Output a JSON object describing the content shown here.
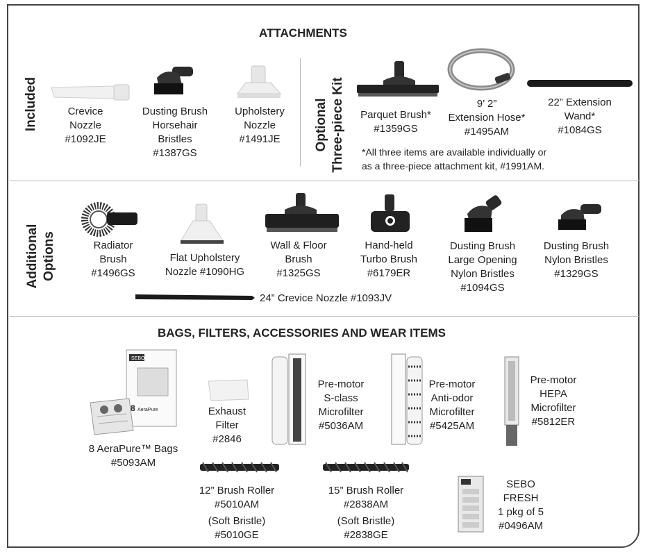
{
  "attachments": {
    "title": "ATTACHMENTS",
    "included_label": "Included",
    "optional_label_1": "Optional",
    "optional_label_2": "Three-piece Kit",
    "crevice": {
      "l1": "Crevice",
      "l2": "Nozzle",
      "l3": "#1092JE"
    },
    "dusting": {
      "l1": "Dusting Brush",
      "l2": "Horsehair",
      "l3": "Bristles",
      "l4": "#1387GS"
    },
    "upholstery": {
      "l1": "Upholstery",
      "l2": "Nozzle",
      "l3": "#1491JE"
    },
    "parquet": {
      "l1": "Parquet Brush*",
      "l2": "#1359GS"
    },
    "hose": {
      "l1": "9’ 2”",
      "l2": "Extension Hose*",
      "l3": "#1495AM"
    },
    "wand": {
      "l1": "22” Extension",
      "l2": "Wand*",
      "l3": "#1084GS"
    },
    "note_1": "*All three items are available individually or",
    "note_2": "as a three-piece attachment kit, #1991AM."
  },
  "additional": {
    "label_1": "Additional",
    "label_2": "Options",
    "radiator": {
      "l1": "Radiator",
      "l2": "Brush",
      "l3": "#1496GS"
    },
    "flat": {
      "l1": "Flat Upholstery",
      "l2": "Nozzle   #1090HG"
    },
    "wallfloor": {
      "l1": "Wall & Floor",
      "l2": "Brush",
      "l3": "#1325GS"
    },
    "turbo": {
      "l1": "Hand-held",
      "l2": "Turbo Brush",
      "l3": "#6179ER"
    },
    "dust_large": {
      "l1": "Dusting Brush",
      "l2": "Large Opening",
      "l3": "Nylon Bristles",
      "l4": "#1094GS"
    },
    "dust_nylon": {
      "l1": "Dusting Brush",
      "l2": "Nylon Bristles",
      "l3": "#1329GS"
    },
    "crevice24": "24” Crevice Nozzle #1093JV"
  },
  "bags": {
    "title": "BAGS, FILTERS, ACCESSORIES AND WEAR ITEMS",
    "aerapure": {
      "l1": "8 AeraPure™ Bags",
      "l2": "#5093AM"
    },
    "exhaust": {
      "l1": "Exhaust",
      "l2": "Filter",
      "l3": "#2846"
    },
    "sclass": {
      "l1": "Pre-motor",
      "l2": "S-class",
      "l3": "Microfilter",
      "l4": "#5036AM"
    },
    "antiodor": {
      "l1": "Pre-motor",
      "l2": "Anti-odor",
      "l3": "Microfilter",
      "l4": "#5425AM"
    },
    "hepa": {
      "l1": "Pre-motor",
      "l2": "HEPA",
      "l3": "Microfilter",
      "l4": "#5812ER"
    },
    "roller12": {
      "l1": "12” Brush Roller",
      "l2": "#5010AM",
      "l3": "(Soft Bristle)",
      "l4": "#5010GE"
    },
    "roller15": {
      "l1": "15” Brush Roller",
      "l2": "#2838AM",
      "l3": "(Soft Bristle)",
      "l4": "#2838GE"
    },
    "fresh": {
      "l1": "SEBO",
      "l2": "FRESH",
      "l3": "1 pkg of 5",
      "l4": "#0496AM"
    },
    "box_brand": "SEBO",
    "box_count": "8",
    "box_name": "AeraPure"
  }
}
